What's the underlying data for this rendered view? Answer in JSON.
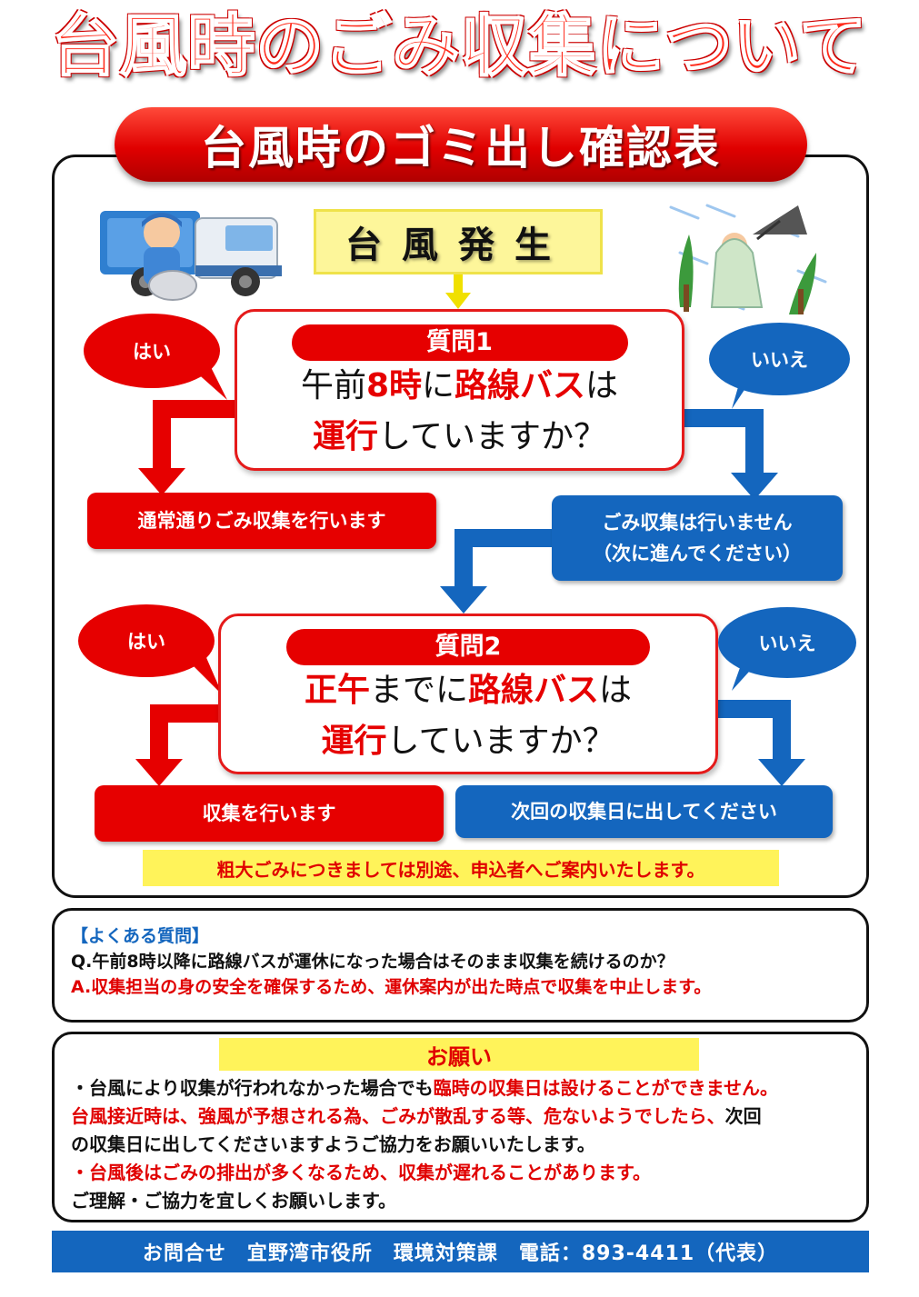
{
  "title": "台風時のごみ収集について",
  "subtitle": "台風時のゴミ出し確認表",
  "start_label": "台風発生",
  "q1": {
    "label": "質問1",
    "line1": [
      "午前",
      "8時",
      "に",
      "路線バス",
      "は"
    ],
    "line2": [
      "運行",
      "していますか？"
    ]
  },
  "q2": {
    "label": "質問2",
    "line1": [
      "正午",
      "までに",
      "路線バス",
      "は"
    ],
    "line2": [
      "運行",
      "していますか？"
    ]
  },
  "yes": "はい",
  "no": "いいえ",
  "result1_yes": "通常通りごみ収集を行います",
  "result1_no_line1": "ごみ収集は行いません",
  "result1_no_line2": "（次に進んでください）",
  "result2_yes": "収集を行います",
  "result2_no": "次回の収集日に出してください",
  "bulky_note": "粗大ごみにつきましては別途、申込者へご案内いたします。",
  "faq": {
    "heading": "【よくある質問】",
    "question": "Q.午前8時以降に路線バスが運休になった場合はそのまま収集を続けるのか？",
    "answer": "A.収集担当の身の安全を確保するため、運休案内が出た時点で収集を中止します。"
  },
  "request": {
    "title": "お願い",
    "l1a": "・台風により収集が行われなかった場合でも",
    "l1b": "臨時の収集日は設けることができません。",
    "l2a": "台風接近時は、強風が予想される為、ごみが散乱する等、危ないようでしたら、",
    "l2b": "次回",
    "l3": "の収集日に出してくださいますようご協力をお願いいたします。",
    "l4": "・台風後はごみの排出が多くなるため、収集が遅れることがあります。",
    "l5": "ご理解・ご協力を宜しくお願いします。"
  },
  "contact": "お問合せ　宜野湾市役所　環境対策課　電話：893-4411（代表）",
  "icons": {
    "truck": "garbage-truck-worker-illustration",
    "storm": "person-in-typhoon-illustration"
  },
  "colors": {
    "red": "#e60000",
    "blue": "#1466be",
    "yellow": "#fff35a"
  }
}
